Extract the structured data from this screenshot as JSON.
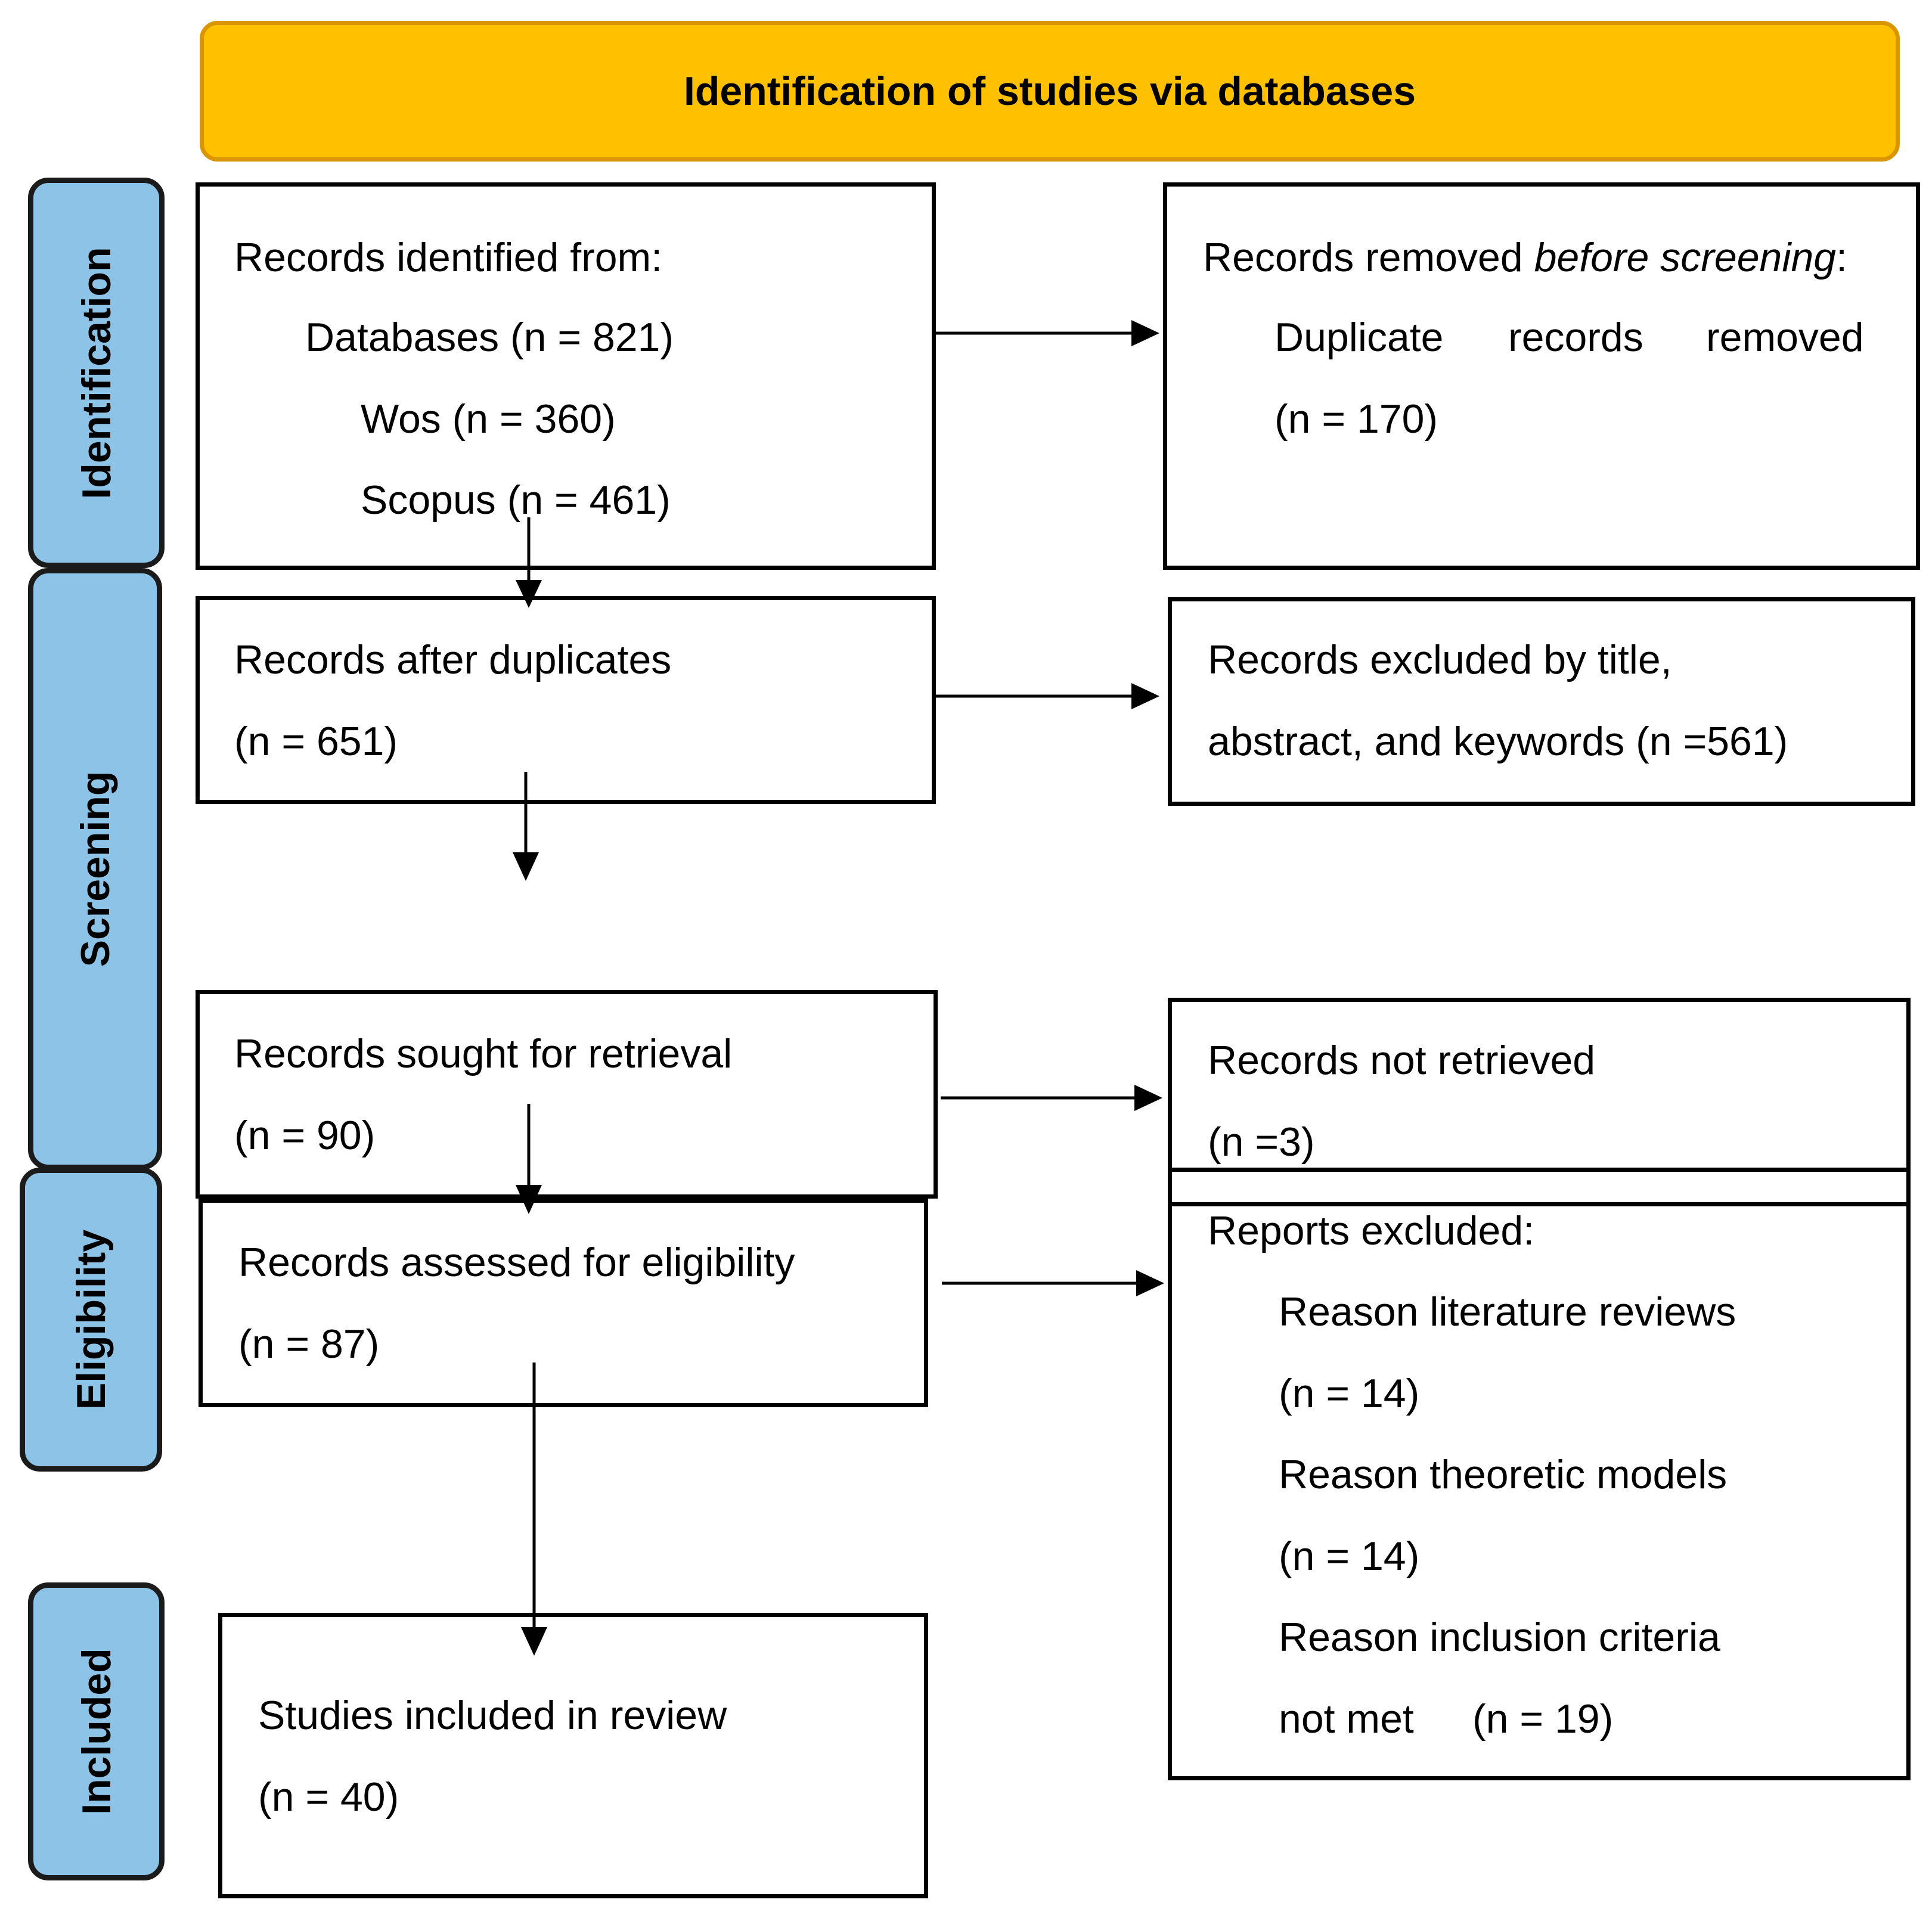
{
  "header": {
    "title": "Identification of studies via databases"
  },
  "stages": {
    "identification": "Identification",
    "screening": "Screening",
    "eligibility": "Eligibility",
    "included": "Included"
  },
  "boxes": {
    "identified": {
      "heading": "Records identified from:",
      "databases": "Databases (n = 821)",
      "wos": "Wos (n = 360)",
      "scopus": "Scopus (n = 461)"
    },
    "removed": {
      "heading_start": "Records removed ",
      "heading_em": "before screening",
      "heading_end": ":",
      "dup_word1": "Duplicate",
      "dup_word2": "records",
      "dup_word3": "removed",
      "count": "(n = 170)"
    },
    "after_duplicates": {
      "label": "Records after duplicates",
      "count": "(n = 651)"
    },
    "excluded_title": {
      "line1": "Records excluded by title,",
      "line2": "abstract, and keywords (n =561)"
    },
    "sought": {
      "label": "Records sought for retrieval",
      "count": "(n = 90)"
    },
    "not_retrieved": {
      "label": "Records not retrieved",
      "count": "(n =3)"
    },
    "assessed": {
      "label": "Records assessed for eligibility",
      "count": "(n = 87)"
    },
    "reports_excluded": {
      "heading": "Reports excluded:",
      "reason1": "Reason literature reviews",
      "reason1_count": "(n = 14)",
      "reason2": "Reason theoretic models",
      "reason2_count": "(n = 14)",
      "reason3": "Reason inclusion criteria",
      "reason3_tail": "not met",
      "reason3_count": "(n = 19)"
    },
    "included": {
      "label": "Studies included in review",
      "count": "(n = 40)"
    }
  }
}
